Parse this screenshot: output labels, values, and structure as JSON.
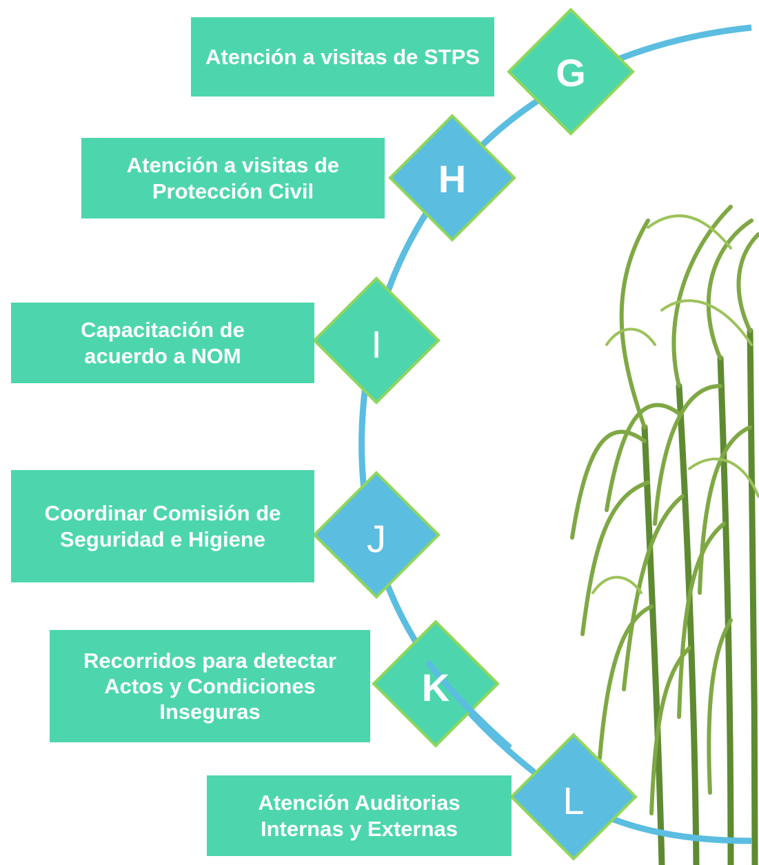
{
  "colors": {
    "box": "#4dd6ad",
    "diamond_teal": "#4dd6ad",
    "diamond_blue": "#5bbde0",
    "arc": "#5bbde0",
    "diamond_border": "#8fd65a",
    "plant_dark": "#4f7a2c",
    "plant_light": "#8bb14a"
  },
  "steps": [
    {
      "letter": "G",
      "label": "Atención a visitas de STPS",
      "diamond_color": "teal",
      "bold_letter": true
    },
    {
      "letter": "H",
      "label": "Atención a visitas de Protección Civil",
      "diamond_color": "blue",
      "bold_letter": true
    },
    {
      "letter": "I",
      "label": "Capacitación de acuerdo a NOM",
      "diamond_color": "teal",
      "bold_letter": false
    },
    {
      "letter": "J",
      "label": "Coordinar Comisión de Seguridad e Higiene",
      "diamond_color": "blue",
      "bold_letter": false
    },
    {
      "letter": "K",
      "label": "Recorridos para detectar Actos y Condiciones Inseguras",
      "diamond_color": "teal",
      "bold_letter": true
    },
    {
      "letter": "L",
      "label": "Atención Auditorias Internas y Externas",
      "diamond_color": "blue",
      "bold_letter": false
    }
  ]
}
